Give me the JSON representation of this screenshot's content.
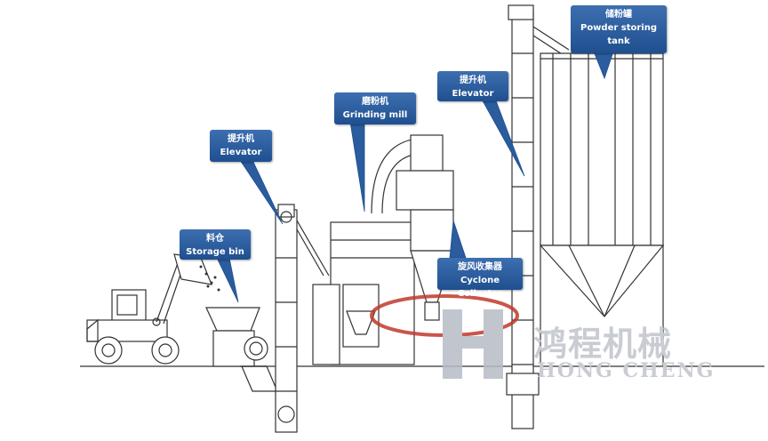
{
  "labels": {
    "storage_bin": {
      "cn": "料仓",
      "en": "Storage bin"
    },
    "elevator_left": {
      "cn": "提升机",
      "en": "Elevator"
    },
    "grinding_mill": {
      "cn": "磨粉机",
      "en": "Grinding mill"
    },
    "elevator_right": {
      "cn": "提升机",
      "en": "Elevator"
    },
    "cyclone": {
      "cn": "旋风收集器",
      "en": "Cyclone Collector"
    },
    "powder_tank": {
      "cn": "储粉罐",
      "en": "Powder storing tank"
    }
  },
  "watermark": {
    "cn": "鸿程机械",
    "en": "HONG CHENG"
  },
  "colors": {
    "label_blue": "#2a5c9e",
    "line": "#333333",
    "watermark_red": "#c0392b",
    "watermark_gray": "#c9ccd3"
  }
}
